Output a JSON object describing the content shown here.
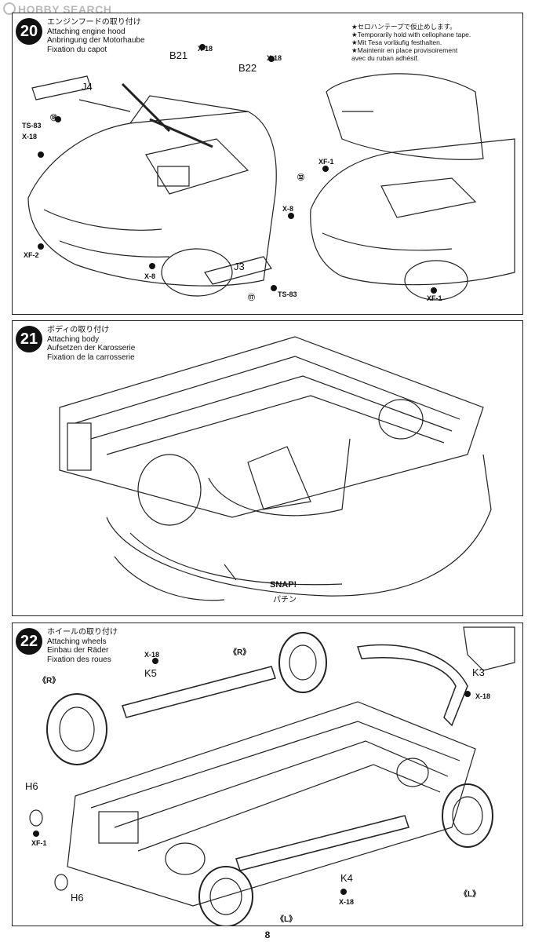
{
  "watermark": "HOBBY SEARCH",
  "page_number": "8",
  "step20": {
    "number": "20",
    "title_jp": "エンジンフードの取り付け",
    "title_en": "Attaching engine hood",
    "title_de": "Anbringung der Motorhaube",
    "title_fr": "Fixation du capot",
    "note": [
      "★セロハンテープで仮止めします。",
      "★Temporarily hold with cellophane tape.",
      "★Mit Tesa vorläufig festhalten.",
      "★Maintenir en place provisoirement",
      "avec du ruban adhésif."
    ],
    "labels": {
      "b21": "B21",
      "b22": "B22",
      "j4": "J4",
      "j3": "J3",
      "x18a": "X-18",
      "x18b": "X-18",
      "x18c": "X-18",
      "ts83a": "TS-83",
      "ts83b": "TS-83",
      "xf2": "XF-2",
      "x8a": "X-8",
      "x8b": "X-8",
      "xf1a": "XF-1",
      "xf1b": "XF-1",
      "c18": "⑱",
      "c17": "⑰",
      "c32": "㉜"
    }
  },
  "step21": {
    "number": "21",
    "title_jp": "ボディの取り付け",
    "title_en": "Attaching body",
    "title_de": "Aufsetzen der Karosserie",
    "title_fr": "Fixation de la carrosserie",
    "snap": "SNAP!",
    "snap_jp": "パチン"
  },
  "step22": {
    "number": "22",
    "title_jp": "ホイールの取り付け",
    "title_en": "Attaching wheels",
    "title_de": "Einbau der Räder",
    "title_fr": "Fixation des roues",
    "labels": {
      "x18a": "X-18",
      "k5": "K5",
      "r1": "《R》",
      "r2": "《R》",
      "k3": "K3",
      "x18b": "X-18",
      "h6a": "H6",
      "xf1": "XF-1",
      "h6b": "H6",
      "k4": "K4",
      "x18c": "X-18",
      "l1": "《L》",
      "l2": "《L》"
    }
  }
}
